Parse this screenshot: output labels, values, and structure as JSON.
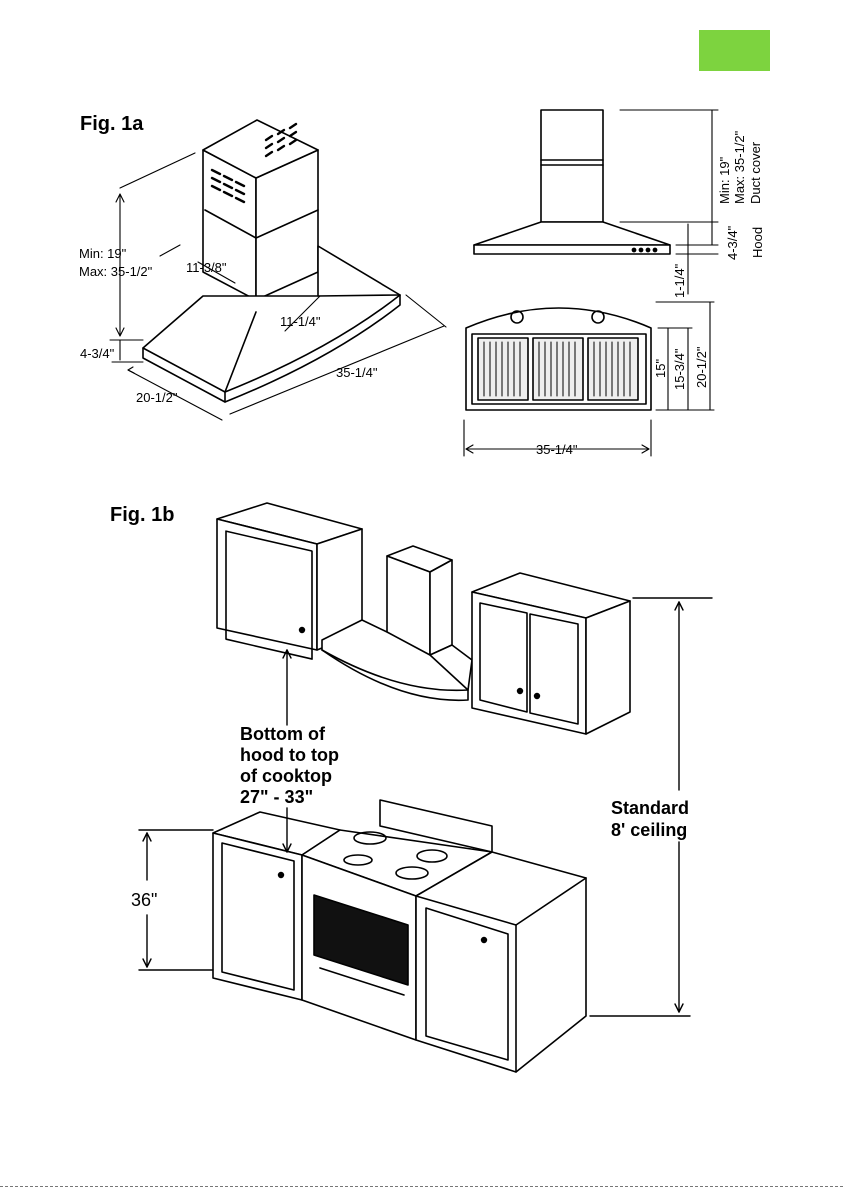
{
  "page": {
    "accent_color": "#7dd33f"
  },
  "fig1a": {
    "title": "Fig. 1a",
    "iso": {
      "min": "Min: 19\"",
      "max": "Max: 35-1/2\"",
      "chimney_depth": "11-3/8\"",
      "chimney_width": "11-1/4\"",
      "hood_height": "4-3/4\"",
      "depth": "20-1/2\"",
      "width": "35-1/4\""
    },
    "front": {
      "min": "Min: 19\"",
      "max": "Max: 35-1/2\"",
      "duct_cover": "Duct cover",
      "hood_height": "4-3/4\"",
      "hood": "Hood",
      "canopy_edge": "1-1/4\""
    },
    "bottom": {
      "d15": "15\"",
      "d15_3_4": "15-3/4\"",
      "d20_1_2": "20-1/2\"",
      "width": "35-1/4\""
    }
  },
  "fig1b": {
    "title": "Fig. 1b",
    "clearance_lines": [
      "Bottom of",
      "hood to top",
      "of cooktop",
      "27\" - 33\""
    ],
    "ceiling_lines": [
      "Standard",
      "8' ceiling"
    ],
    "counter_height": "36\""
  }
}
